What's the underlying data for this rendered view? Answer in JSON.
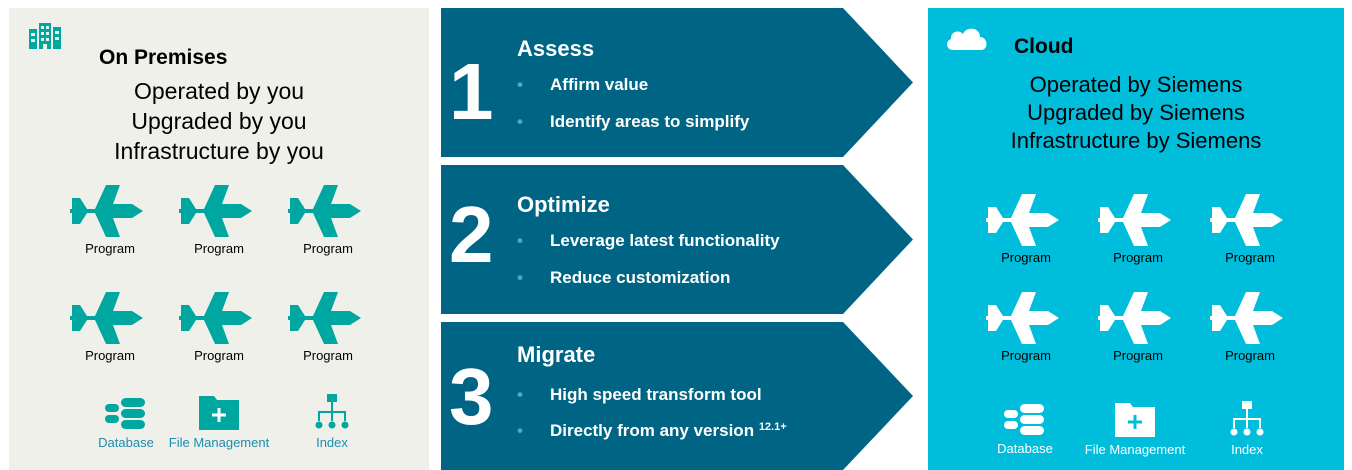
{
  "colors": {
    "teal": "#00a7a0",
    "panel_grey": "#f0f0ea",
    "cloud_blue": "#00bddc",
    "step_blue": "#006485",
    "link_blue": "#1a8eb0"
  },
  "onprem": {
    "title": "On Premises",
    "icon": "buildings-icon",
    "lines": [
      "Operated by you",
      "Upgraded by you",
      "Infrastructure by you"
    ],
    "programs": [
      "Program",
      "Program",
      "Program",
      "Program",
      "Program",
      "Program"
    ],
    "tools": [
      {
        "label": "Database",
        "icon": "database-icon"
      },
      {
        "label": "File Management",
        "icon": "folder-plus-icon"
      },
      {
        "label": "Index",
        "icon": "hierarchy-icon"
      }
    ]
  },
  "steps": [
    {
      "number": "1",
      "title": "Assess",
      "bullets": [
        "Affirm value",
        "Identify areas to simplify"
      ]
    },
    {
      "number": "2",
      "title": "Optimize",
      "bullets": [
        "Leverage latest functionality",
        "Reduce customization"
      ]
    },
    {
      "number": "3",
      "title": "Migrate",
      "bullets": [
        "High speed transform tool",
        "Directly from any version"
      ],
      "superscript": "12.1+"
    }
  ],
  "bullet_glyph": "•",
  "cloud": {
    "title": "Cloud",
    "icon": "cloud-icon",
    "lines": [
      "Operated by Siemens",
      "Upgraded by Siemens",
      "Infrastructure by Siemens"
    ],
    "programs": [
      "Program",
      "Program",
      "Program",
      "Program",
      "Program",
      "Program"
    ],
    "tools": [
      {
        "label": "Database",
        "icon": "database-icon"
      },
      {
        "label": "File Management",
        "icon": "folder-plus-icon"
      },
      {
        "label": "Index",
        "icon": "hierarchy-icon"
      }
    ]
  }
}
